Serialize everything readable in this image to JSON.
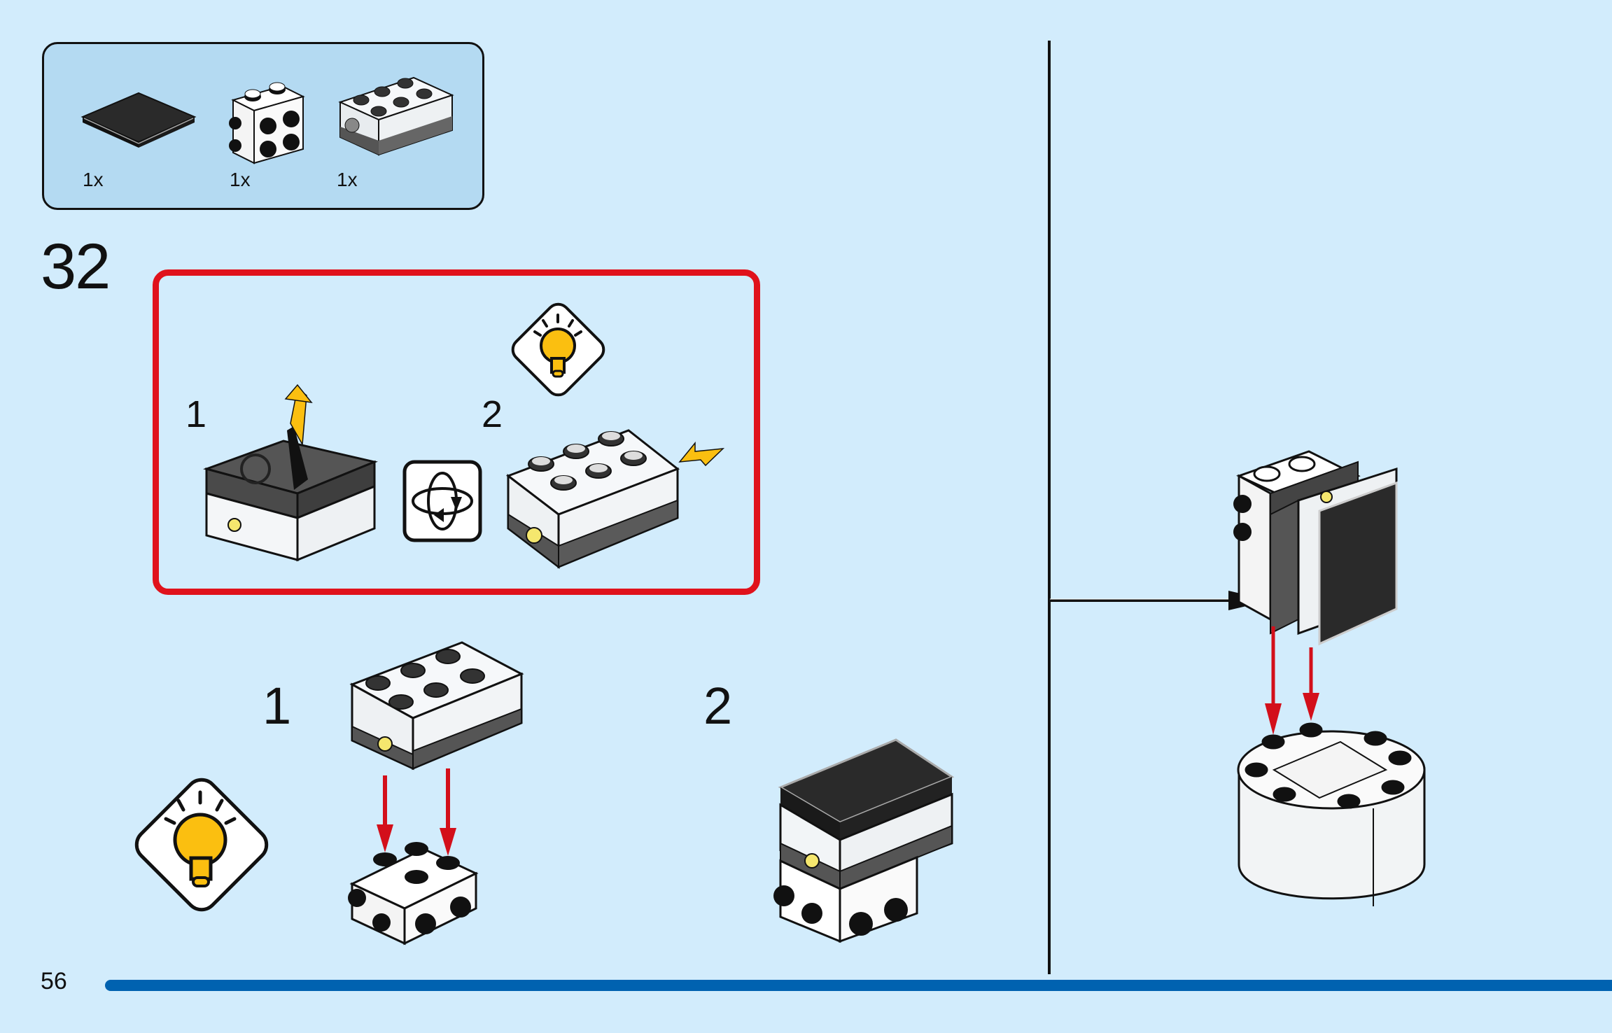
{
  "page": {
    "number": "56",
    "background_color": "#d2ecfc",
    "progress_color": "#0062b0",
    "callout_border_color": "#e0121c",
    "hint_arrow_color": "#fbbf10",
    "press_arrow_color": "#d30f1a"
  },
  "parts_list": {
    "items": [
      {
        "name": "black 2x3 tile",
        "quantity": "1x",
        "icon": "black-tile-icon"
      },
      {
        "name": "white brick with side studs",
        "quantity": "1x",
        "icon": "white-side-stud-brick-icon"
      },
      {
        "name": "light brick",
        "quantity": "1x",
        "icon": "light-brick-icon"
      }
    ]
  },
  "step": {
    "number": "32",
    "callout": {
      "substeps": [
        {
          "label": "1",
          "icon": "light-brick-remove-tab-icon"
        },
        {
          "label": "2",
          "icon": "light-brick-press-icon"
        }
      ],
      "rotate_icon": "rotate-model-icon",
      "tip_icon": "lightbulb-tip-icon"
    },
    "substeps": [
      {
        "label": "1",
        "icon": "attach-light-brick-icon"
      },
      {
        "label": "2",
        "icon": "add-tile-icon"
      }
    ],
    "tip_icon": "lightbulb-tip-icon",
    "final_icon": "attach-to-round-base-icon"
  }
}
